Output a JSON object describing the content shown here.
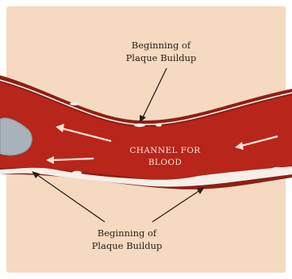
{
  "colors": {
    "background": "#f5d9c0",
    "vessel_wall": "#8e1f15",
    "vessel_lumen": "#b8251a",
    "plaque": "#f4efe8",
    "clot": "#a7b2ba",
    "arrow": "#ffe4d8",
    "text": "#2a2018"
  },
  "labels": {
    "top_line1": "Beginning of",
    "top_line2": "Plaque Buildup",
    "bottom_line1": "Beginning of",
    "bottom_line2": "Plaque Buildup",
    "channel_line1": "CHANNEL FOR",
    "channel_line2": "BLOOD"
  },
  "icons": {
    "flow_arrows": "arrow-left-icon"
  }
}
